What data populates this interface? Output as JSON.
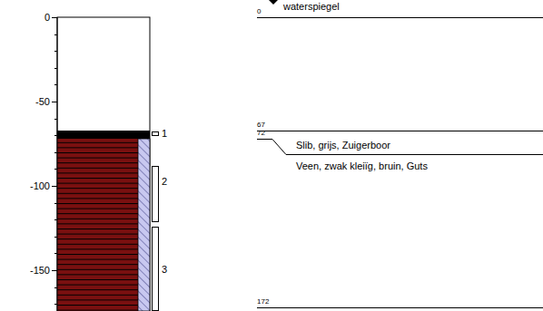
{
  "diagram": {
    "labels": [
      "0",
      "-50",
      "-100",
      "-150",
      "1",
      "2",
      "3",
      "0",
      "waterspiegel",
      "67",
      "72",
      "Slib, grijs, Zuigerboor",
      "Veen, zwak kleiïg, bruin, Guts",
      "172"
    ]
  }
}
